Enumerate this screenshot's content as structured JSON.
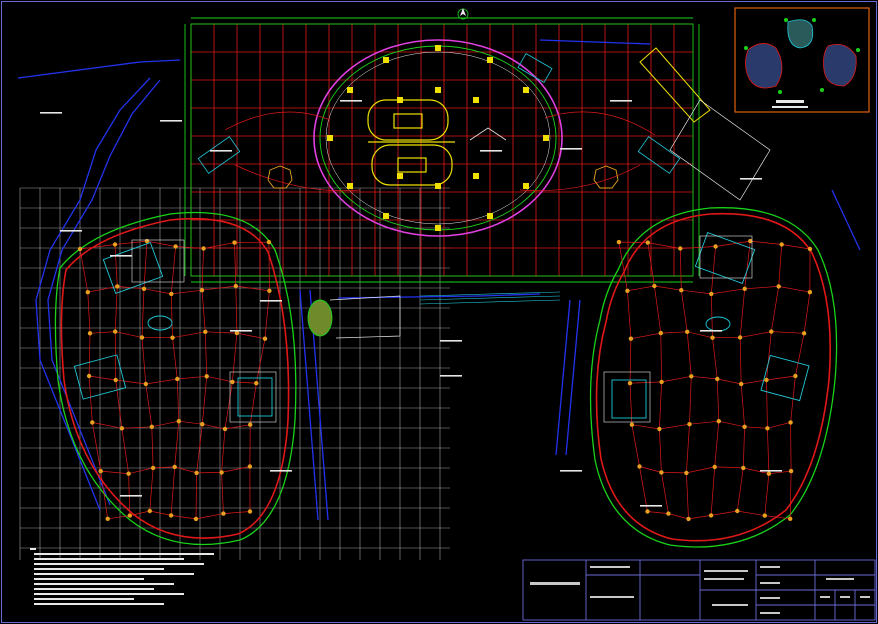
{
  "drawing": {
    "background": "#000000",
    "colors": {
      "grid": "#e8e8e8",
      "axis_green": "#19d219",
      "structure_red": "#e01818",
      "wall_magenta": "#e040e0",
      "column_yellow": "#f0e000",
      "node_orange": "#e8a020",
      "boundary_blue": "#2233ee",
      "inset_frame": "#e06010",
      "cyan": "#20c8d8"
    },
    "icons": [
      "north-arrow-icon",
      "column-marker-icon"
    ],
    "zones": [
      "top-hall",
      "left-pod",
      "right-pod",
      "connector",
      "inset-key-plan",
      "notes-block",
      "title-block"
    ]
  }
}
